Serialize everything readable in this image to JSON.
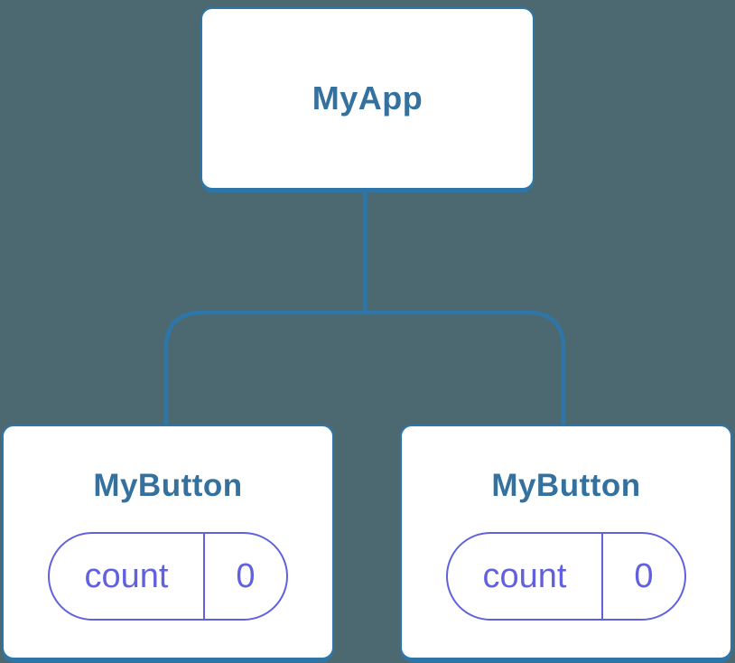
{
  "diagram": {
    "root": {
      "label": "MyApp"
    },
    "children": [
      {
        "label": "MyButton",
        "prop": {
          "name": "count",
          "value": "0"
        }
      },
      {
        "label": "MyButton",
        "prop": {
          "name": "count",
          "value": "0"
        }
      }
    ]
  },
  "colors": {
    "background": "#4C6972",
    "line": "#2F76A8",
    "node_border": "#2F76A8",
    "node_fill": "#FFFFFF",
    "node_text": "#35719E",
    "badge": "#6161DE"
  }
}
